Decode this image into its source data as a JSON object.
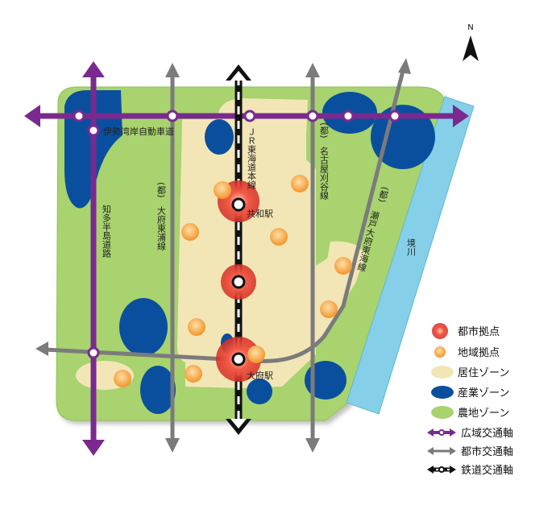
{
  "compass": {
    "label": "N"
  },
  "labels": {
    "ise_wangan": "伊勢湾岸自動車道",
    "chita_hanto": "知多半島道路",
    "obu_higashiura_prefix": "(都)",
    "obu_higashiura": "大府東浦線",
    "jr_tokaido": "ＪＲ東海道本線",
    "nagoya_kariya_prefix": "(都)",
    "nagoya_kariya": "名古屋刈谷線",
    "seto_obu_prefix": "(都)",
    "seto_obu": "瀬戸大府東海線",
    "sakai_river": "境川",
    "kyowa_station": "共和駅",
    "obu_station": "大府駅"
  },
  "legend": {
    "city_hub": "都市拠点",
    "regional_hub": "地域拠点",
    "residential": "居住ゾーン",
    "industrial": "産業ゾーン",
    "agricultural": "農地ゾーン",
    "wide_axis": "広域交通軸",
    "urban_axis": "都市交通軸",
    "rail_axis": "鉄道交通軸"
  },
  "colors": {
    "agri": "#a8d36e",
    "resid": "#f2e6b6",
    "indus": "#0a4f9e",
    "river": "#86cfe8",
    "wide_axis": "#7a2a8f",
    "urban_axis": "#7b7b7b",
    "rail": "#111111",
    "city_hub": "#e8473a",
    "regional_hub": "#f6a64b"
  }
}
